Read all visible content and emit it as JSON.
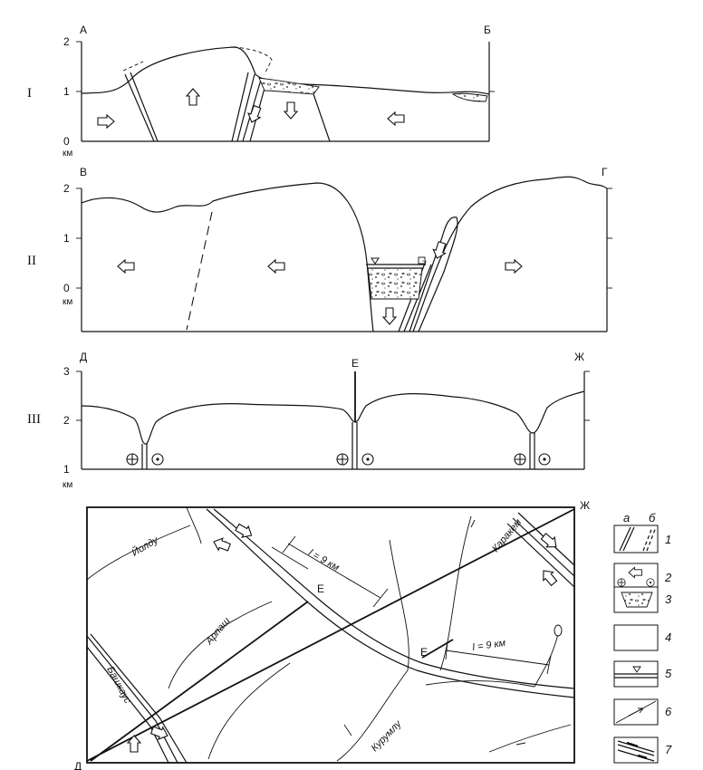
{
  "section_I": {
    "label": "I",
    "left_point": "А",
    "right_point": "Б",
    "y_ticks": [
      "2",
      "1",
      "0"
    ],
    "unit": "км"
  },
  "section_II": {
    "label": "II",
    "left_point": "В",
    "right_point": "Г",
    "y_ticks": [
      "2",
      "1",
      "0"
    ],
    "unit": "км"
  },
  "section_III": {
    "label": "III",
    "left_point": "Д",
    "mid_point": "Е",
    "right_point": "Ж",
    "y_ticks": [
      "3",
      "2",
      "1"
    ],
    "unit": "км"
  },
  "map": {
    "corner_bl": "Д",
    "corner_tr": "Ж",
    "point_e1": "Е",
    "point_e2": "Е",
    "offset1": "l = 9 км",
    "offset2": "l = 9 км",
    "rivers": [
      "Йолду",
      "Арпаш",
      "Башкаус",
      "Курумлу",
      "Каракем"
    ]
  },
  "legend": {
    "sub_a": "а",
    "sub_b": "б",
    "items": [
      "1",
      "2",
      "3",
      "4",
      "5",
      "6",
      "7"
    ]
  }
}
